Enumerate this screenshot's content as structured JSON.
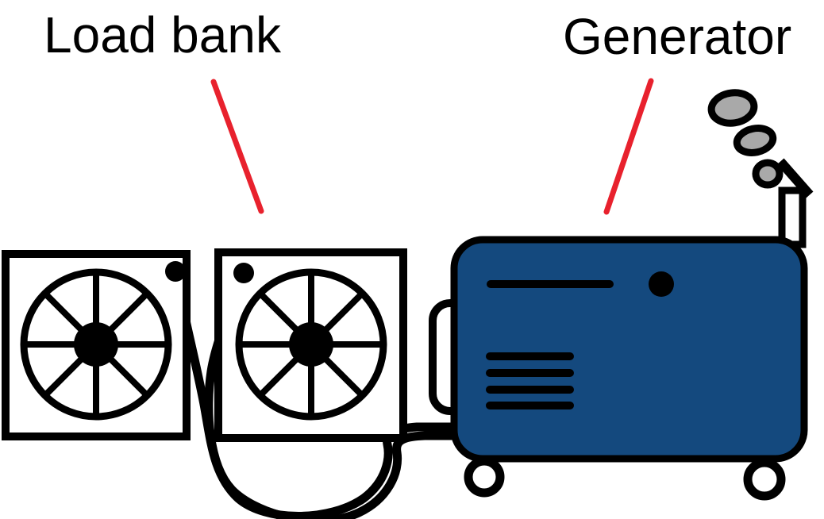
{
  "diagram": {
    "labels": {
      "load_bank": "Load bank",
      "generator": "Generator"
    },
    "colors": {
      "generator_body": "#14497E",
      "pointer_line": "#E8212D",
      "smoke": "#A9A9A9",
      "outline": "#000000",
      "background": "#FFFFFF"
    },
    "components": {
      "load_bank_fan_units": 2,
      "fan_spokes_per_unit": 8,
      "smoke_puffs": 3,
      "generator_wheels": 2,
      "connection_cables": 2
    }
  }
}
